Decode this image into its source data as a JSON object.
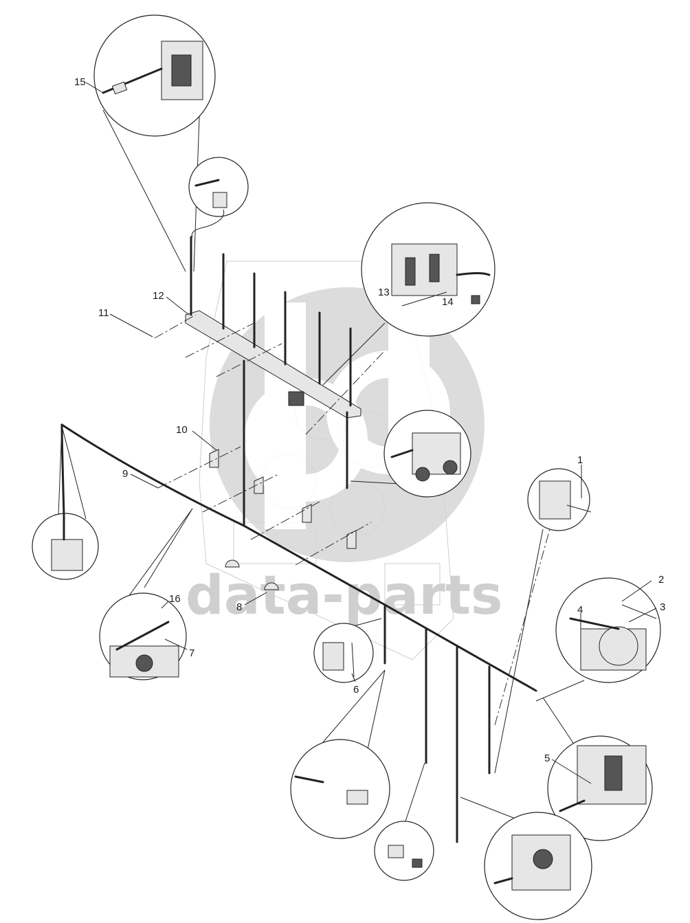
{
  "watermark": {
    "text": "data-parts",
    "color": "#d0d0d0"
  },
  "callouts": [
    {
      "id": "1",
      "label": "1"
    },
    {
      "id": "2",
      "label": "2"
    },
    {
      "id": "3",
      "label": "3"
    },
    {
      "id": "4",
      "label": "4"
    },
    {
      "id": "5",
      "label": "5"
    },
    {
      "id": "6",
      "label": "6"
    },
    {
      "id": "7",
      "label": "7"
    },
    {
      "id": "8",
      "label": "8"
    },
    {
      "id": "9",
      "label": "9"
    },
    {
      "id": "10",
      "label": "10"
    },
    {
      "id": "11",
      "label": "11"
    },
    {
      "id": "12",
      "label": "12"
    },
    {
      "id": "13",
      "label": "13"
    },
    {
      "id": "14",
      "label": "14"
    },
    {
      "id": "15",
      "label": "15"
    },
    {
      "id": "16",
      "label": "16"
    }
  ]
}
